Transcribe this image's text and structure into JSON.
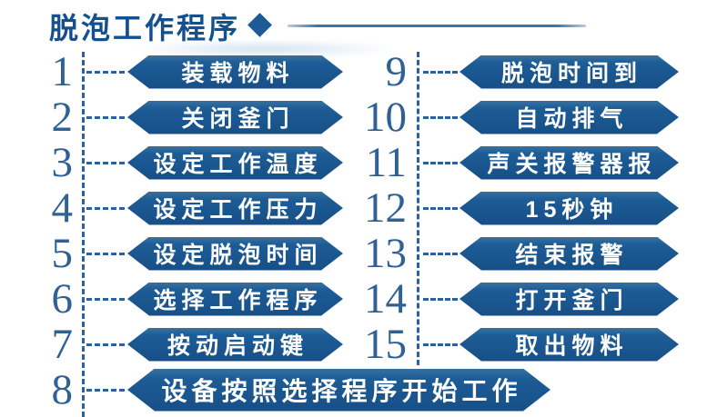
{
  "header": {
    "title": "脱泡工作程序"
  },
  "colors": {
    "pill_blue": "#1b5a94",
    "number_blue": "#2f6195",
    "dash_blue": "#2a62a0",
    "title_blue": "#14508e",
    "rule_blue": "#3a74ae",
    "pill_text": "#ffffff"
  },
  "steps_left": [
    {
      "num": "1",
      "label": "装载物料"
    },
    {
      "num": "2",
      "label": "关闭釜门"
    },
    {
      "num": "3",
      "label": "设定工作温度"
    },
    {
      "num": "4",
      "label": "设定工作压力"
    },
    {
      "num": "5",
      "label": "设定脱泡时间"
    },
    {
      "num": "6",
      "label": "选择工作程序"
    },
    {
      "num": "7",
      "label": "按动启动键"
    }
  ],
  "step_full": {
    "num": "8",
    "label": "设备按照选择程序开始工作"
  },
  "steps_right": [
    {
      "num": "9",
      "label": "脱泡时间到"
    },
    {
      "num": "10",
      "label": "自动排气"
    },
    {
      "num": "11",
      "label": "声关报警器报"
    },
    {
      "num": "12",
      "label": "15秒钟"
    },
    {
      "num": "13",
      "label": "结束报警"
    },
    {
      "num": "14",
      "label": "打开釜门"
    },
    {
      "num": "15",
      "label": "取出物料"
    }
  ]
}
